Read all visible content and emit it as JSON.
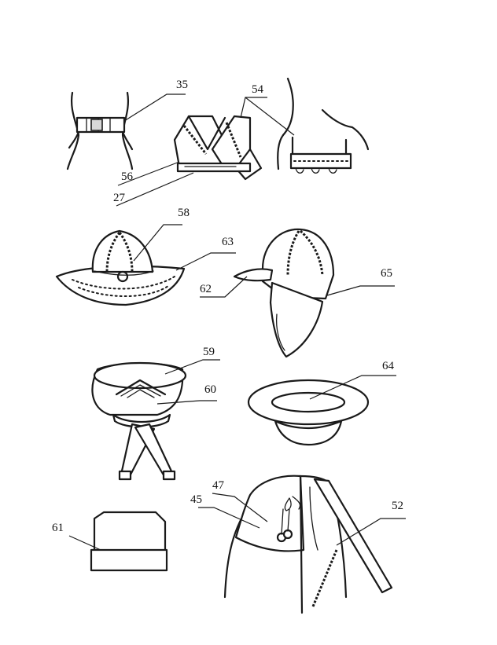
{
  "labels": {
    "l35": "35",
    "l54": "54",
    "l56": "56",
    "l27": "27",
    "l58": "58",
    "l63": "63",
    "l65": "65",
    "l62": "62",
    "l59": "59",
    "l60": "60",
    "l64": "64",
    "l47": "47",
    "l45": "45",
    "l52": "52",
    "l61": "61"
  },
  "colors": {
    "ink": "#1a1a1a",
    "paper": "#ffffff"
  }
}
